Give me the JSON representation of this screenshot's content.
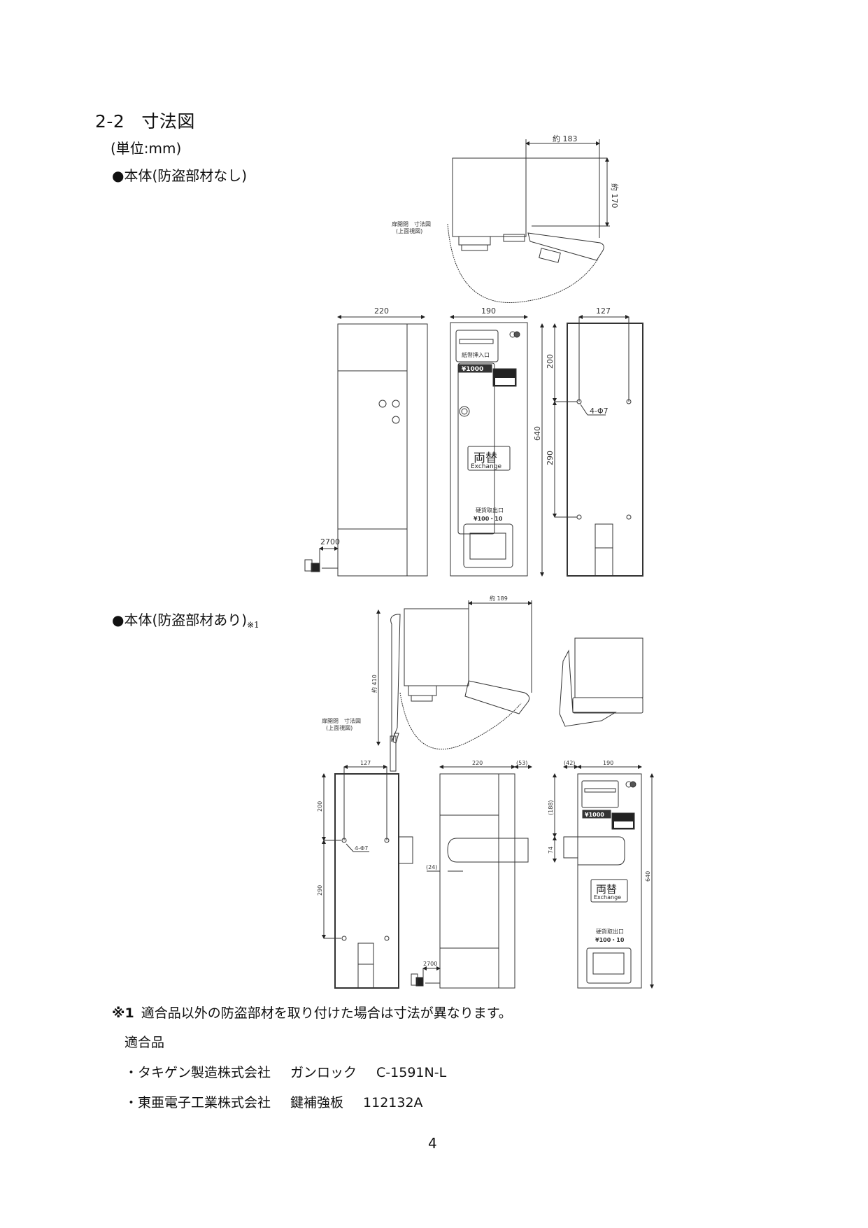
{
  "section": {
    "number": "2-2",
    "title": "寸法図",
    "unit_note": "(単位:mm)"
  },
  "variants": [
    {
      "label": "●本体(防盗部材なし)",
      "footnote_ref": "",
      "top_view": {
        "caption_line1": "扉開閉　寸法図",
        "caption_line2": "(上面視図)",
        "dim_width": "約 183",
        "dim_depth": "約 170"
      },
      "side_view": {
        "dim_depth": "220",
        "cable": "2700"
      },
      "front_view": {
        "dim_width": "190",
        "dim_height": "640",
        "bill_label": "紙幣挿入口",
        "denomination": "¥1000",
        "exchange_jp": "両替",
        "exchange_en": "Exchange",
        "coin_label": "硬貨取出口",
        "coin_denoms": "¥100・10"
      },
      "back_view": {
        "dim_hole_spacing": "127",
        "dim_top": "200",
        "dim_mid": "290",
        "holes": "4-Φ7"
      }
    },
    {
      "label": "●本体(防盗部材あり)",
      "footnote_ref": "※1",
      "top_view": {
        "caption_line1": "扉開閉　寸法図",
        "caption_line2": "(上面視図)",
        "dim_width": "約 189",
        "dim_depth": "約 410"
      },
      "back_view": {
        "dim_hole_spacing": "127",
        "dim_top": "200",
        "dim_mid": "290",
        "holes": "4-Φ7"
      },
      "side_view": {
        "dim_depth": "220",
        "dim_protrusion": "(53)",
        "dim_offset": "(24)",
        "cable": "2700"
      },
      "front_view": {
        "dim_side": "(42)",
        "dim_width": "190",
        "dim_top": "(188)",
        "dim_lock": "74",
        "dim_height": "640",
        "denomination": "¥1000",
        "exchange_jp": "両替",
        "exchange_en": "Exchange",
        "coin_label": "硬貨取出口",
        "coin_denoms": "¥100・10"
      }
    }
  ],
  "footnote": {
    "mark": "※1",
    "text": "適合品以外の防盗部材を取り付けた場合は寸法が異なります。",
    "compatible_heading": "適合品",
    "compatible_items": [
      {
        "maker": "・タキゲン製造株式会社",
        "product": "ガンロック",
        "model": "C-1591N-L"
      },
      {
        "maker": "・東亜電子工業株式会社",
        "product": "鍵補強板",
        "model": "112132A"
      }
    ]
  },
  "page_number": "4"
}
